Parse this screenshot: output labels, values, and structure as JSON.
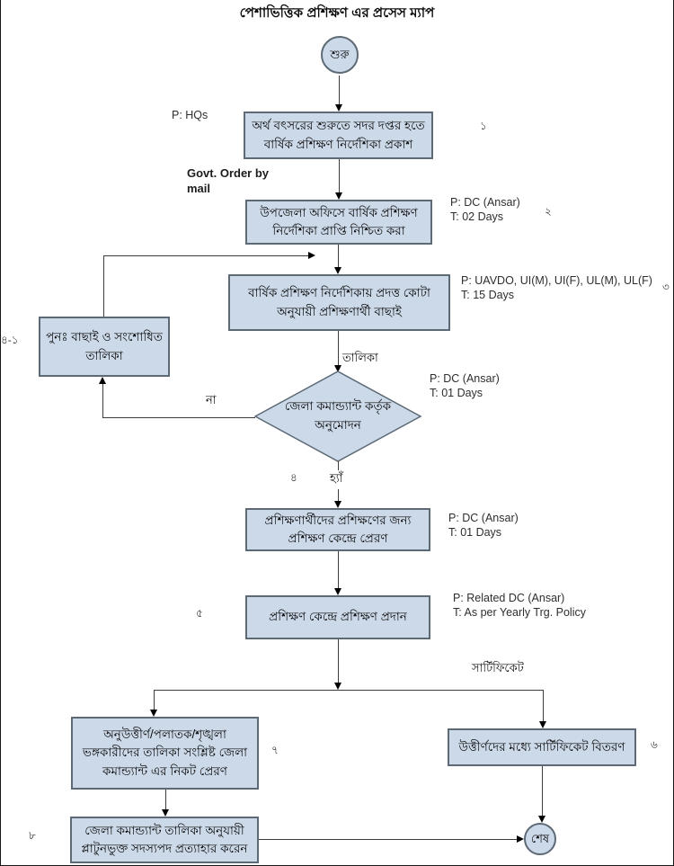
{
  "title": "পেশাভিত্তিক প্রশিক্ষণ এর প্রসেস ম্যাপ",
  "terminals": {
    "start": "শুরু",
    "end": "শেষ"
  },
  "steps": {
    "publish": {
      "text": "অর্থ বৎসরের শুরুতে সদর দপ্তর হতে বার্ষিক প্রশিক্ষণ নির্দেশিকা প্রকাশ",
      "num": "১"
    },
    "receive": {
      "text": "উপজেলা অফিসে বার্ষিক প্রশিক্ষণ নির্দেশিকা প্রাপ্তি নিশ্চিত করা",
      "num": "২"
    },
    "select": {
      "text": "বার্ষিক প্রশিক্ষণ নির্দেশিকায় প্রদত্ত কোটা অনুযায়ী প্রশিক্ষণার্থী বাছাই",
      "num": "৩"
    },
    "rework": {
      "text": "পুনঃ  বাছাই ও সংশোধিত তালিকা",
      "num": "৪-১"
    },
    "approve": {
      "text": "জেলা কমান্ড্যান্ট কর্তৃক অনুমোদন",
      "num": "৪"
    },
    "send": {
      "text": "প্রশিক্ষণার্থীদের প্রশিক্ষণের জন্য প্রশিক্ষণ কেন্দ্রে প্রেরণ"
    },
    "train": {
      "text": "প্রশিক্ষণ কেন্দ্রে প্রশিক্ষণ প্রদান",
      "num": "৫"
    },
    "fail_list": {
      "text": "অনুউত্তীর্ণ/পলাতক/শৃঙ্খলা ভঙ্গকারীদের তালিকা সংশ্লিষ্ট  জেলা কমান্ড্যান্ট এর নিকট প্রেরণ",
      "num": "৭"
    },
    "distribute": {
      "text": "উত্তীর্ণদের মধ্যে সার্টিফিকেট বিতরণ",
      "num": "৬"
    },
    "withdraw": {
      "text": "জেলা কমান্ড্যান্ট তালিকা অনুযায়ী প্লাটুনভুক্ত সদস্যপদ প্রত্যাহার করেন",
      "num": "৮"
    }
  },
  "annotations": {
    "publish_p": "P: HQs",
    "govt_order": "Govt. Order by mail",
    "receive_p": "P: DC (Ansar)",
    "receive_t": "T: 02 Days",
    "select_p": "P: UAVDO, UI(M), UI(F), UL(M), UL(F)",
    "select_t": "T: 15 Days",
    "approve_p": "P: DC (Ansar)",
    "approve_t": "T: 01 Days",
    "send_p": "P: DC (Ansar)",
    "send_t": "T: 01 Days",
    "train_p": "P: Related DC (Ansar)",
    "train_t": "T: As per Yearly Trg. Policy"
  },
  "edge_labels": {
    "list": "তালিকা",
    "no": "না",
    "yes": "হ্যাঁ",
    "certificate": "সার্টিফিকেট"
  },
  "colors": {
    "node_fill": "#ccd9e9",
    "node_border": "#5d6a75",
    "line": "#3c3c3c"
  }
}
